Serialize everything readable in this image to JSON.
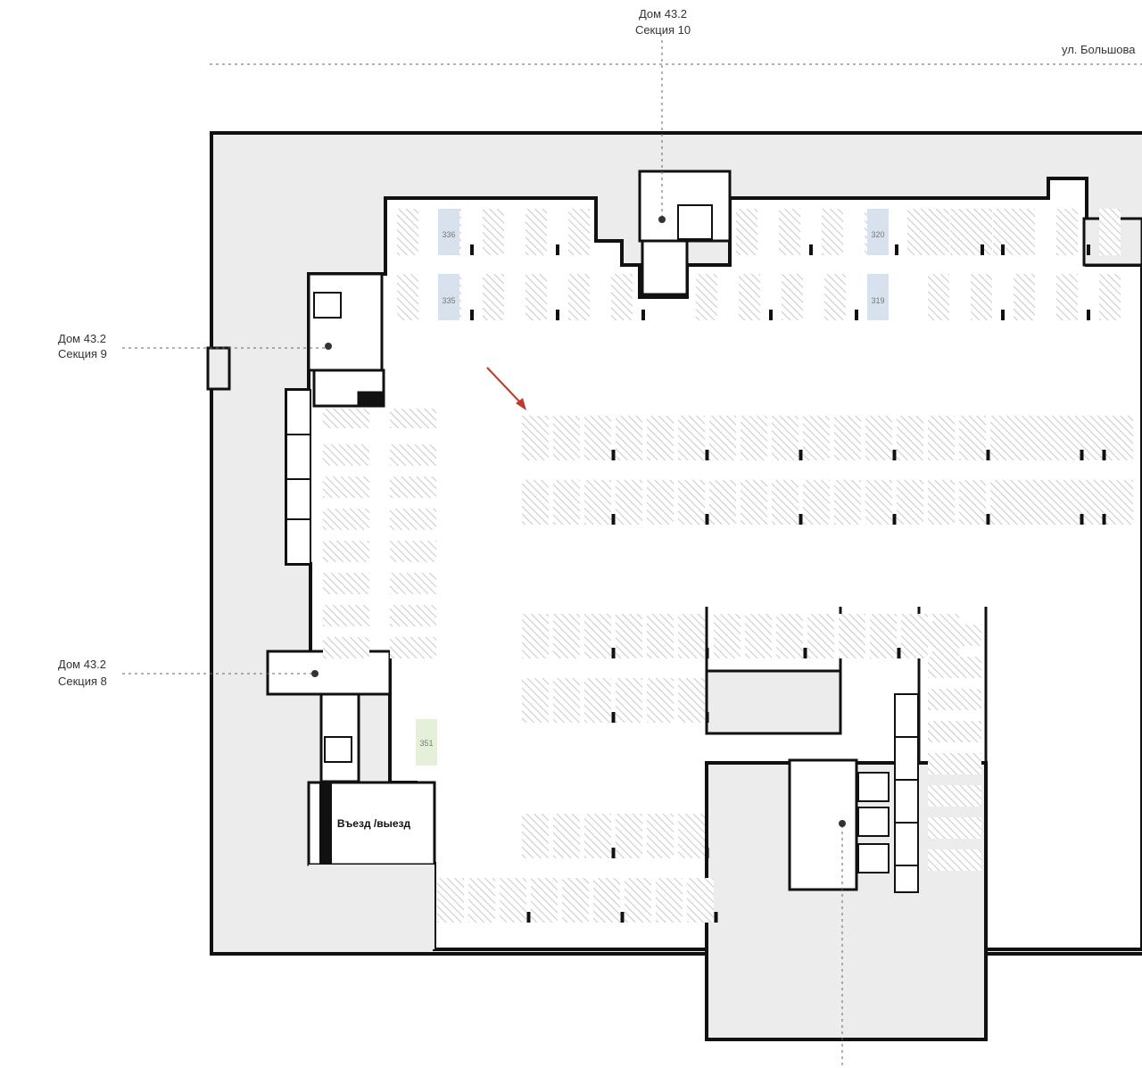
{
  "labels": {
    "section10": {
      "house": "Дом 43.2",
      "section": "Секция 10"
    },
    "section9": {
      "house": "Дом 43.2",
      "section": "Секция 9"
    },
    "section8": {
      "house": "Дом 43.2",
      "section": "Секция 8"
    },
    "street": "ул. Большова",
    "entrance": "Въезд /выезд"
  },
  "space_numbers": {
    "s336": "336",
    "s335": "335",
    "s320": "320",
    "s319": "319",
    "s351": "351"
  },
  "colors": {
    "wall": "#111111",
    "outer_fill": "#ececec",
    "floor": "#ffffff",
    "hatch": "#c8c8c8",
    "highlight": "#d8e2ee",
    "highlight_green": "#e4f1d8",
    "arrow": "#c0392b",
    "dashed": "#666666"
  }
}
